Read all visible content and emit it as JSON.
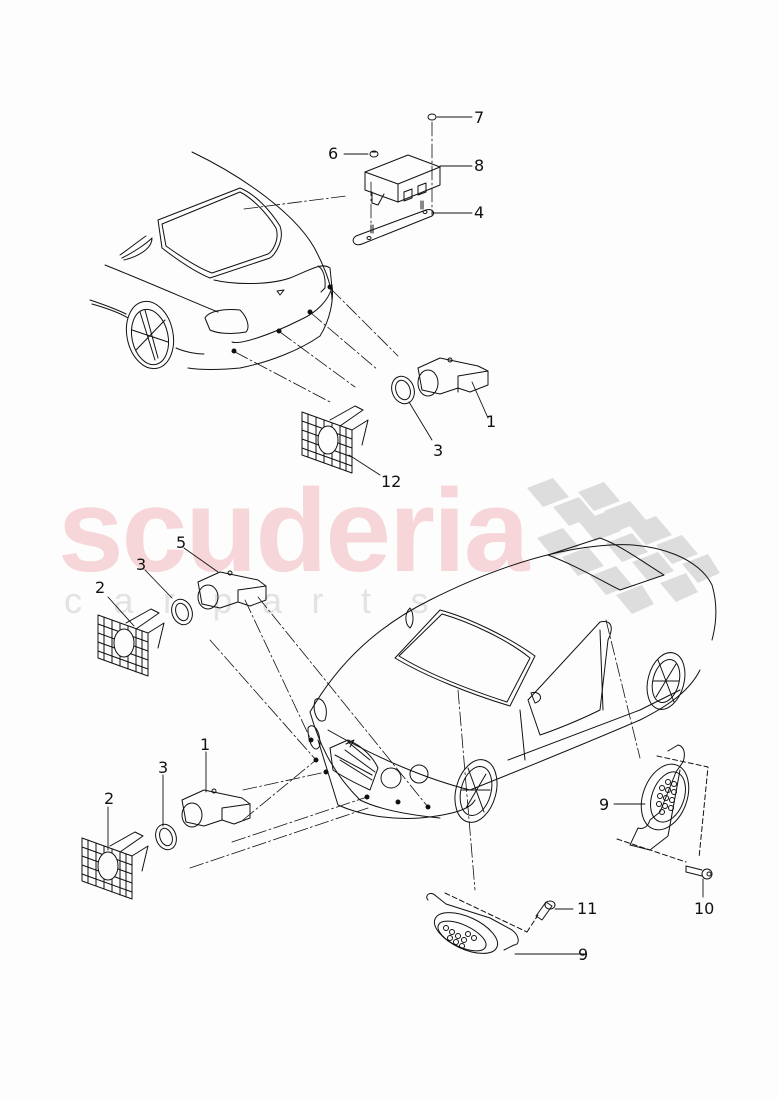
{
  "diagram": {
    "type": "exploded parts diagram",
    "subject": "Parking distance control sensors, control unit and warning buzzers on coupe",
    "background_color": "#fdfdfd",
    "line_color": "#111111"
  },
  "watermark": {
    "main_text": "scuderia",
    "sub_letters": [
      "c",
      "a",
      "r",
      "p",
      "a",
      "r",
      "t",
      "s"
    ],
    "main_color": "#f6d6d8",
    "sub_color": "#e3e3e6",
    "checker_color": "#d8d8d8"
  },
  "callouts": [
    {
      "id": "c7",
      "label": "7",
      "part": "nut (control unit top)"
    },
    {
      "id": "c6",
      "label": "6",
      "part": "nut (control unit side)"
    },
    {
      "id": "c8",
      "label": "8",
      "part": "control unit"
    },
    {
      "id": "c4",
      "label": "4",
      "part": "mounting bracket"
    },
    {
      "id": "c1a",
      "label": "1",
      "part": "rear parking sensor"
    },
    {
      "id": "c3a",
      "label": "3",
      "part": "sensor ring (rear)"
    },
    {
      "id": "c12",
      "label": "12",
      "part": "rear sensor holder"
    },
    {
      "id": "c5",
      "label": "5",
      "part": "front parking sensor (outer)"
    },
    {
      "id": "c3b",
      "label": "3",
      "part": "sensor ring (front outer)"
    },
    {
      "id": "c2a",
      "label": "2",
      "part": "front sensor holder (outer)"
    },
    {
      "id": "c1b",
      "label": "1",
      "part": "front parking sensor (inner)"
    },
    {
      "id": "c3c",
      "label": "3",
      "part": "sensor ring (front inner)"
    },
    {
      "id": "c2b",
      "label": "2",
      "part": "front sensor holder (inner)"
    },
    {
      "id": "c9a",
      "label": "9",
      "part": "warning buzzer (side)"
    },
    {
      "id": "c10",
      "label": "10",
      "part": "screw"
    },
    {
      "id": "c11",
      "label": "11",
      "part": "expanding rivet"
    },
    {
      "id": "c9b",
      "label": "9",
      "part": "warning buzzer (bottom)"
    }
  ]
}
